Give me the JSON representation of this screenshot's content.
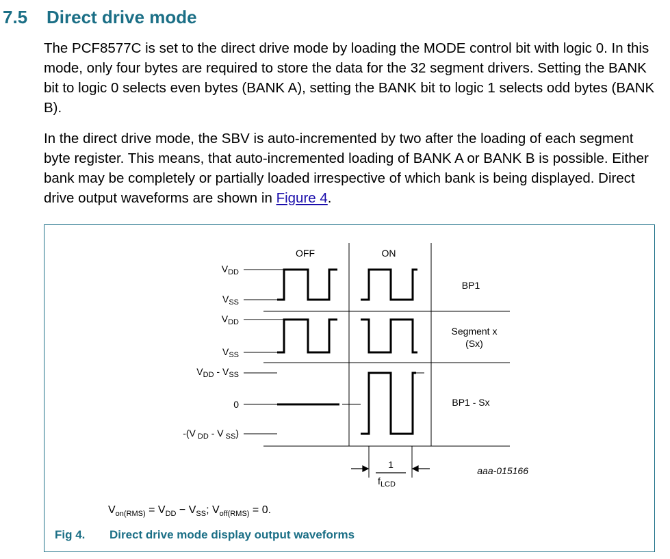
{
  "section": {
    "number": "7.5",
    "title": "Direct drive mode"
  },
  "paragraph1": "The PCF8577C is set to the direct drive mode by loading the MODE control bit with logic 0. In this mode, only four bytes are required to store the data for the 32 segment drivers. Setting the BANK bit to logic 0 selects even bytes (BANK A), setting the BANK bit to logic 1 selects odd bytes (BANK B).",
  "paragraph2": {
    "text": "In the direct drive mode, the SBV is auto-incremented by two after the loading of each segment byte register. This means, that auto-incremented loading of BANK A or BANK B is possible. Either bank may be completely or partially loaded irrespective of which bank is being displayed. Direct drive output waveforms are shown in ",
    "link": "Figure 4",
    "end": "."
  },
  "figure": {
    "columns": {
      "off": "OFF",
      "on": "ON"
    },
    "rows": {
      "bp1": "BP1",
      "segment_line1": "Segment  x",
      "segment_line2": "(Sx)",
      "diff": "BP1  -  Sx"
    },
    "levels": {
      "vdd_main": "V",
      "vdd_sub": "DD",
      "vss_main": "V",
      "vss_sub": "SS",
      "vdd2_main": "V",
      "vdd2_sub": "DD",
      "vss2_main": "V",
      "vss2_sub": "SS",
      "diff_a": "V",
      "diff_b": "DD",
      "diff_c": " - V",
      "diff_d": "SS",
      "zero": "0",
      "neg_a": "-(V",
      "neg_b": " DD",
      "neg_c": " - V",
      "neg_d": " SS",
      "neg_e": ")"
    },
    "period": {
      "numerator": "1",
      "den_main": "f",
      "den_sub": "LCD"
    },
    "id": "aaa-015166",
    "note": {
      "v1": "V",
      "s1": "on(RMS)",
      "t1": " = V",
      "s2": "DD",
      "t2": " − V",
      "s3": "SS",
      "t3": "; V",
      "s4": "off(RMS)",
      "t4": " = 0."
    },
    "caption": {
      "number": "Fig 4.",
      "title": "Direct drive mode display output waveforms"
    }
  }
}
